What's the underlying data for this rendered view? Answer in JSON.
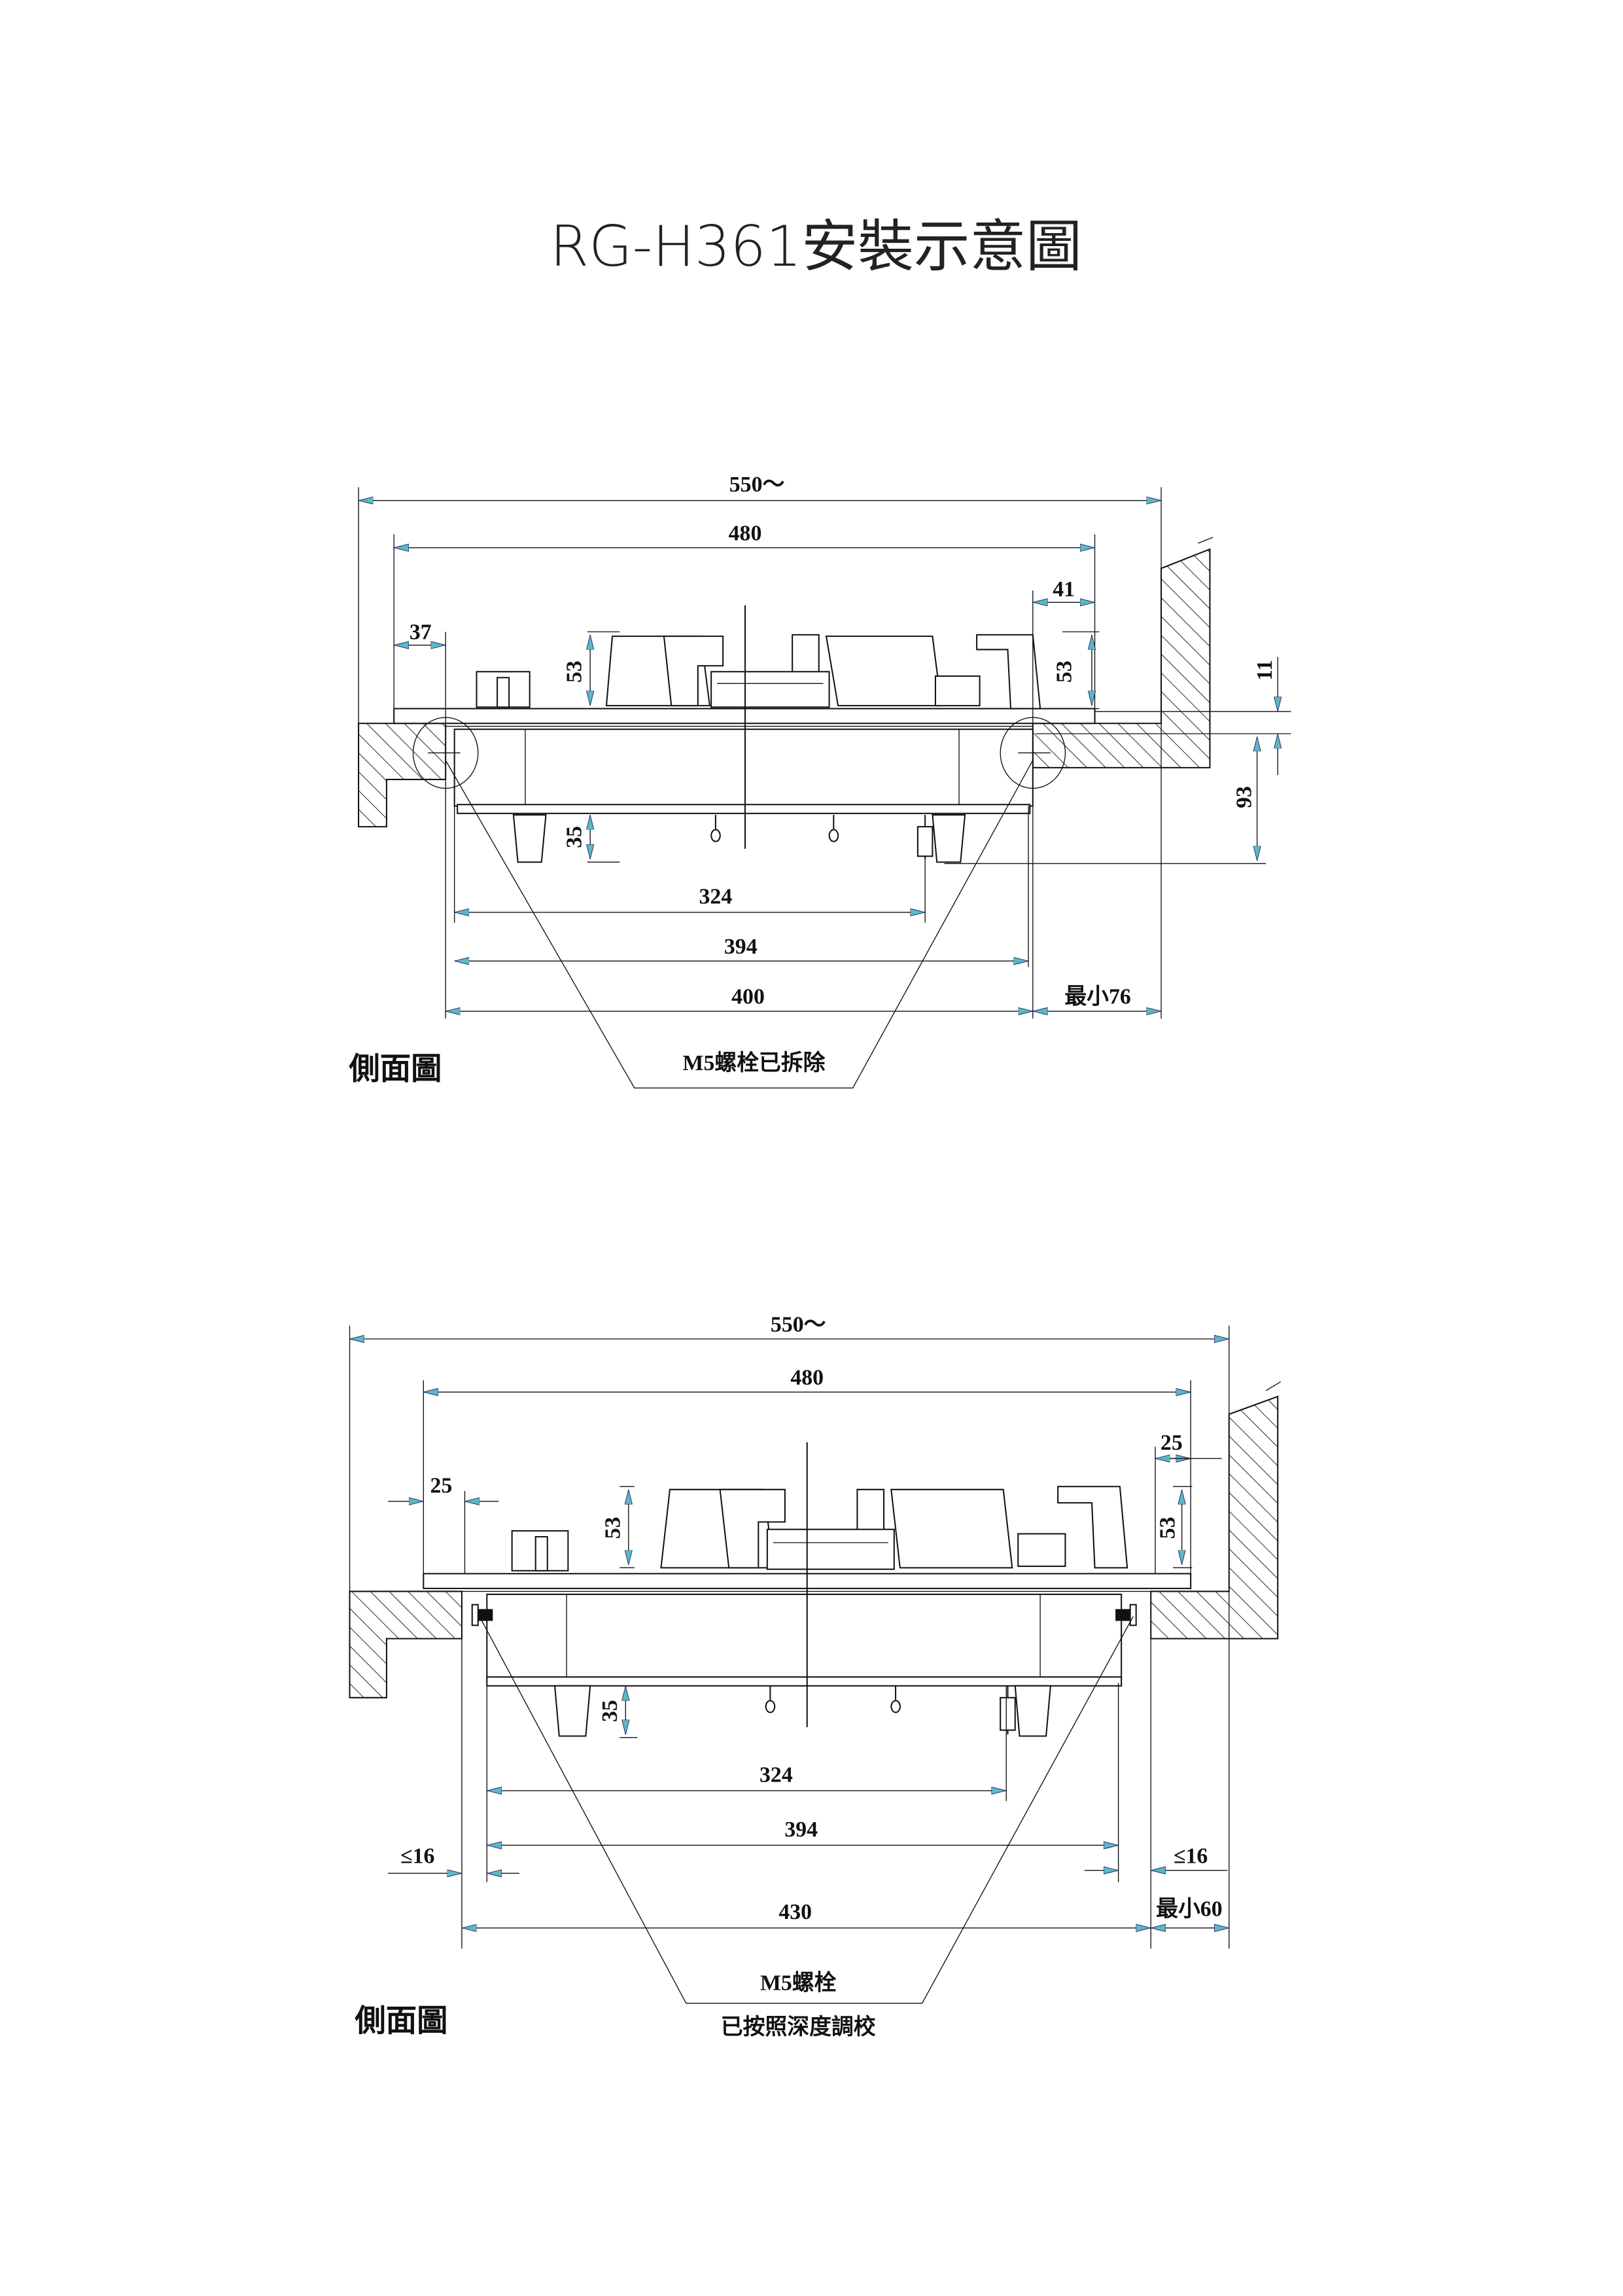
{
  "title": "RG-H361安裝示意圖",
  "colors": {
    "arrow": "#5bb8c4",
    "line": "#111111"
  },
  "diagram1": {
    "view_label": "側面圖",
    "callout": "M5螺栓已拆除",
    "dims": {
      "overall": "550～",
      "hob_width": "480",
      "right_offset": "41",
      "left_offset": "37",
      "height_left": "53",
      "height_right": "53",
      "glass_thickness": "11",
      "depth": "93",
      "below": "35",
      "w324": "324",
      "w394": "394",
      "w400": "400",
      "min_clear": "最小76"
    }
  },
  "diagram2": {
    "view_label": "側面圖",
    "callout_line1": "M5螺栓",
    "callout_line2": "已按照深度調校",
    "dims": {
      "overall": "550～",
      "hob_width": "480",
      "right_offset": "25",
      "left_offset": "25",
      "height_left": "53",
      "height_right": "53",
      "below": "35",
      "w324": "324",
      "w394": "394",
      "gap_left": "≤16",
      "gap_right": "≤16",
      "w430": "430",
      "min_clear": "最小60"
    }
  }
}
